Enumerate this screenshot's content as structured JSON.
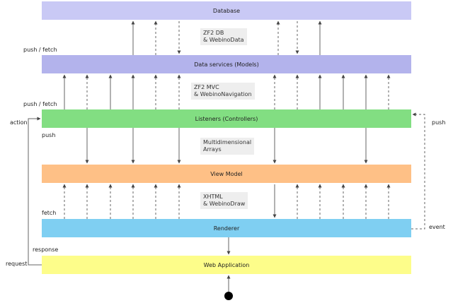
{
  "layers": {
    "database": {
      "label": "Database",
      "color": "#c9c9f5"
    },
    "data_services": {
      "label": "Data services (Models)",
      "color": "#b3b3ec"
    },
    "listeners": {
      "label": "Listeners (Controllers)",
      "color": "#82de82"
    },
    "view_model": {
      "label": "View Model",
      "color": "#fec086"
    },
    "renderer": {
      "label": "Renderer",
      "color": "#7fcff2"
    },
    "web_app": {
      "label": "Web Application",
      "color": "#fdfd8a"
    }
  },
  "notes": {
    "zf2_db": "ZF2 DB\n& WebinoData",
    "zf2_mvc": "ZF2 MVC\n& WebinoNavigation",
    "arrays": "Multidimensional\nArrays",
    "xhtml": "XHTML\n& WebinoDraw"
  },
  "labels": {
    "push_fetch_top": "push / fetch",
    "push_fetch_mid": "push / fetch",
    "action": "action",
    "push_left": "push",
    "fetch": "fetch",
    "response": "response",
    "request": "request",
    "push_right": "push",
    "event": "event"
  }
}
